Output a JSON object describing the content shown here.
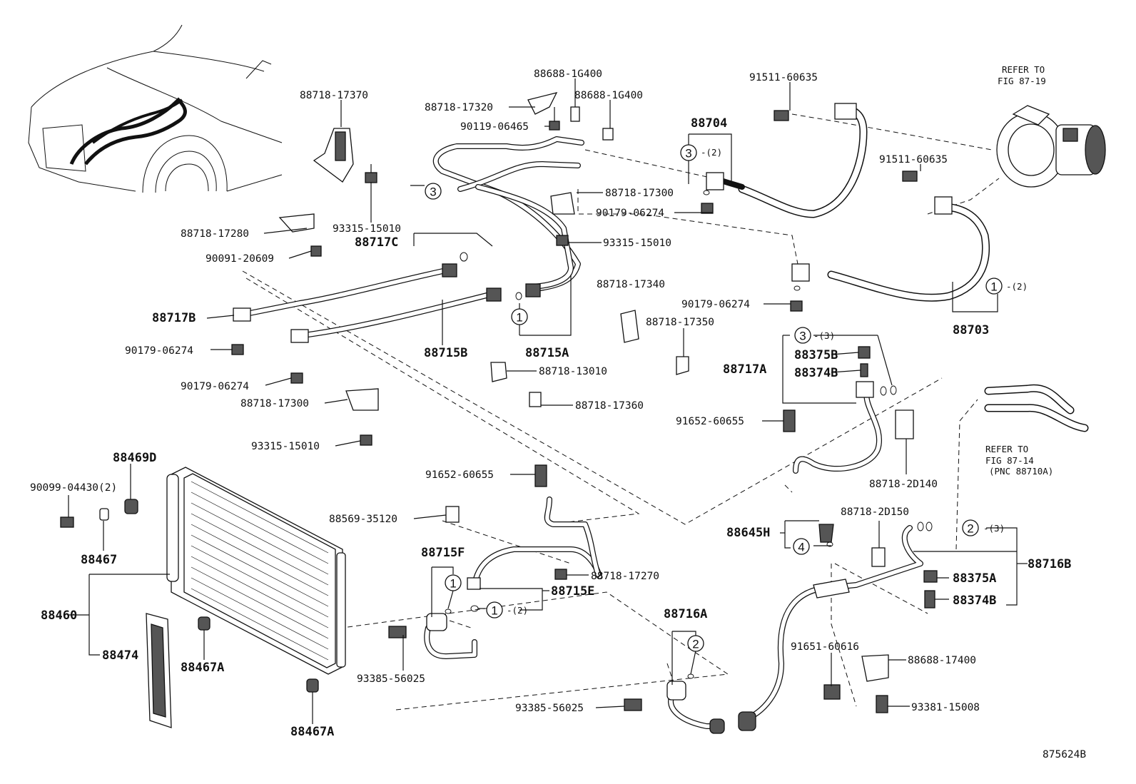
{
  "refs": {
    "compressor_line1": "REFER TO",
    "compressor_line2": "FIG 87-19",
    "evap_line1": "REFER TO",
    "evap_line2": "FIG 87-14",
    "evap_line3": "(PNC 88710A)"
  },
  "figure_id": "875624B",
  "labels": {
    "p88718_17370": "88718-17370",
    "p88718_17320": "88718-17320",
    "p88688_1G400_a": "88688-1G400",
    "p88688_1G400_b": "88688-1G400",
    "p90119_06465": "90119-06465",
    "p91511_60635_a": "91511-60635",
    "p91511_60635_b": "91511-60635",
    "p88704": "88704",
    "p88718_17300_a": "88718-17300",
    "p90179_06274_a": "90179-06274",
    "p93315_15010_a": "93315-15010",
    "p93315_15010_b": "93315-15010",
    "p88717C": "88717C",
    "p88718_17280": "88718-17280",
    "p90091_20609": "90091-20609",
    "p88718_17340": "88718-17340",
    "p90179_06274_b": "90179-06274",
    "p88703": "88703",
    "p88717B": "88717B",
    "p88715B": "88715B",
    "p88715A": "88715A",
    "p88718_17350": "88718-17350",
    "p90179_06274_c": "90179-06274",
    "p90179_06274_d": "90179-06274",
    "p88718_13010": "88718-13010",
    "p88717A": "88717A",
    "p88375B": "88375B",
    "p88374B_a": "88374B",
    "p88718_17300_b": "88718-17300",
    "p88718_17360": "88718-17360",
    "p91652_60655_a": "91652-60655",
    "p93315_15010_c": "93315-15010",
    "p88469D": "88469D",
    "p90099_04430": "90099-04430(2)",
    "p91652_60655_b": "91652-60655",
    "p88718_2D140": "88718-2D140",
    "p88569_35120": "88569-35120",
    "p88467": "88467",
    "p88645H": "88645H",
    "p88718_2D150": "88718-2D150",
    "p88716B": "88716B",
    "p88715F": "88715F",
    "p88375A": "88375A",
    "p88718_17270": "88718-17270",
    "p88374B_b": "88374B",
    "p88715E": "88715E",
    "p88460": "88460",
    "p88716A": "88716A",
    "p91651_60616": "91651-60616",
    "p88688_17400": "88688-17400",
    "p88474": "88474",
    "p88467A_a": "88467A",
    "p93385_56025_a": "93385-56025",
    "p93385_56025_b": "93385-56025",
    "p93381_15008": "93381-15008",
    "p88467A_b": "88467A"
  },
  "callouts": {
    "c3_a": "3",
    "q3_a": "-(2)",
    "c3_b": "3",
    "c1_a": "1",
    "q1_a": "-(2)",
    "c1_b": "1",
    "c3_c": "3",
    "q3_c": "-(3)",
    "c2_a": "2",
    "q2_a": "-(3)",
    "c4": "4",
    "c1_c": "1",
    "c1_d": "1",
    "q1_d": "-(2)",
    "c2_b": "2"
  }
}
